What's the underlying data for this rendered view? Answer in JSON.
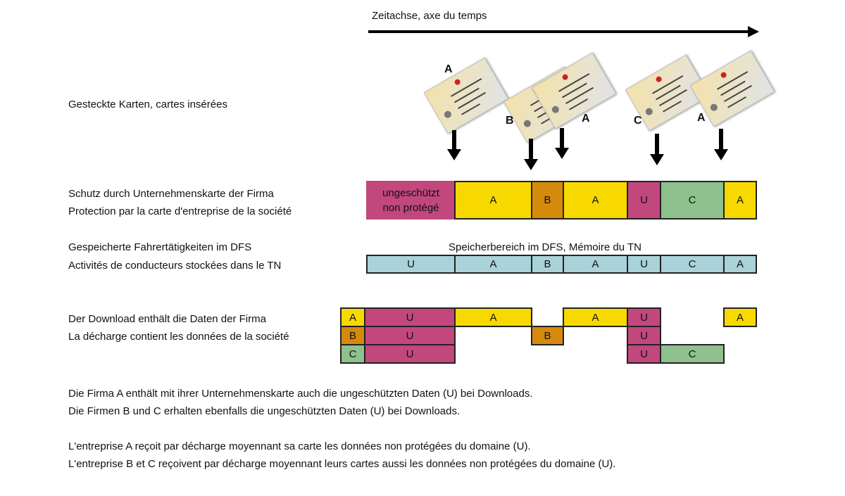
{
  "timeline": {
    "label": "Zeitachse, axe du temps"
  },
  "cards": {
    "label": "Gesteckte Karten, cartes insérées",
    "sequence": [
      "A",
      "B",
      "A",
      "C",
      "A"
    ]
  },
  "protection": {
    "label_de": "Schutz durch Unternehmenskarte der Firma",
    "label_fr": "Protection par la carte d'entreprise de la société",
    "unprotected_de": "ungeschützt",
    "unprotected_fr": "non protégé",
    "segments": [
      "A",
      "B",
      "A",
      "U",
      "C",
      "A"
    ]
  },
  "memory": {
    "label_de": "Gespeicherte Fahrertätigkeiten im DFS",
    "label_fr": "Activités de conducteurs stockées dans le TN",
    "title": "Speicherbereich im DFS, Mémoire du TN",
    "segments": [
      "U",
      "A",
      "B",
      "A",
      "U",
      "C",
      "A"
    ]
  },
  "download": {
    "label_de": "Der Download enthält die Daten der Firma",
    "label_fr": "La décharge contient les données de la société",
    "rows": [
      [
        "A",
        "U",
        "A",
        "A",
        "U",
        "A"
      ],
      [
        "B",
        "U",
        "B",
        "U"
      ],
      [
        "C",
        "U",
        "U",
        "C"
      ]
    ]
  },
  "notes": [
    "Die Firma A enthält mit ihrer Unternehmenskarte auch die ungeschützten Daten (U) bei Downloads.",
    "Die Firmen B und C erhalten ebenfalls die ungeschützten Daten (U) bei Downloads.",
    "L'entreprise A reçoit par décharge moyennant sa carte les données non protégées du domaine (U).",
    "L'entreprise B et C reçoivent par décharge moyennant leurs cartes aussi les données non protégées du domaine (U)."
  ],
  "colors": {
    "U": "#c2477c",
    "A": "#f7d900",
    "B": "#d68a0c",
    "C": "#8ec18e",
    "mem": "#a9d2da"
  }
}
